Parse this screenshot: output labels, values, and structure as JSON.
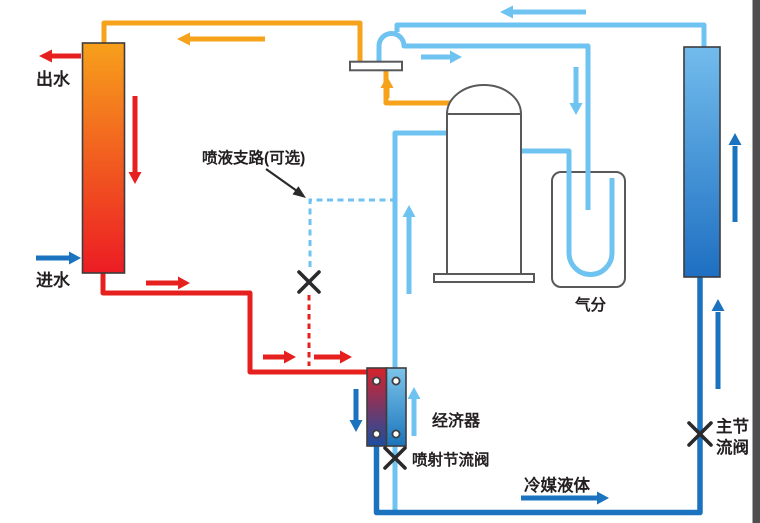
{
  "diagram": {
    "title_hint": "screw chiller refrigerant cycle schematic",
    "labels": {
      "water_out": "出水",
      "water_in": "进水",
      "spray_branch": "喷液支路(可选)",
      "gas_separator": "气分",
      "economizer": "经济器",
      "injection_throttle_valve": "喷射节流阀",
      "main_throttle_valve_line1": "主节",
      "main_throttle_valve_line2": "流阀",
      "refrigerant_liquid": "冷媒液体"
    },
    "colors": {
      "hot_pipe_orange": "#F6A21B",
      "hot_pipe_red": "#E6201E",
      "suction_pipe_lightblue": "#6FC3F0",
      "liquid_pipe_darkblue": "#1B72BE",
      "condenser_gradient_top": "#F7A01B",
      "condenser_gradient_bottom": "#EC1C24",
      "evaporator_gradient_top": "#72BCEC",
      "evaporator_gradient_bottom": "#1E6FC2",
      "economizer_left_top": "#D6222B",
      "economizer_left_bottom": "#1C4DA0",
      "economizer_right_top": "#7CC4EA",
      "economizer_right_bottom": "#1B75BC",
      "vessel_outline": "#58595B",
      "valve_black": "#2A2A2C",
      "text": "#231F20",
      "edge_strip": "#4F4F51"
    }
  }
}
